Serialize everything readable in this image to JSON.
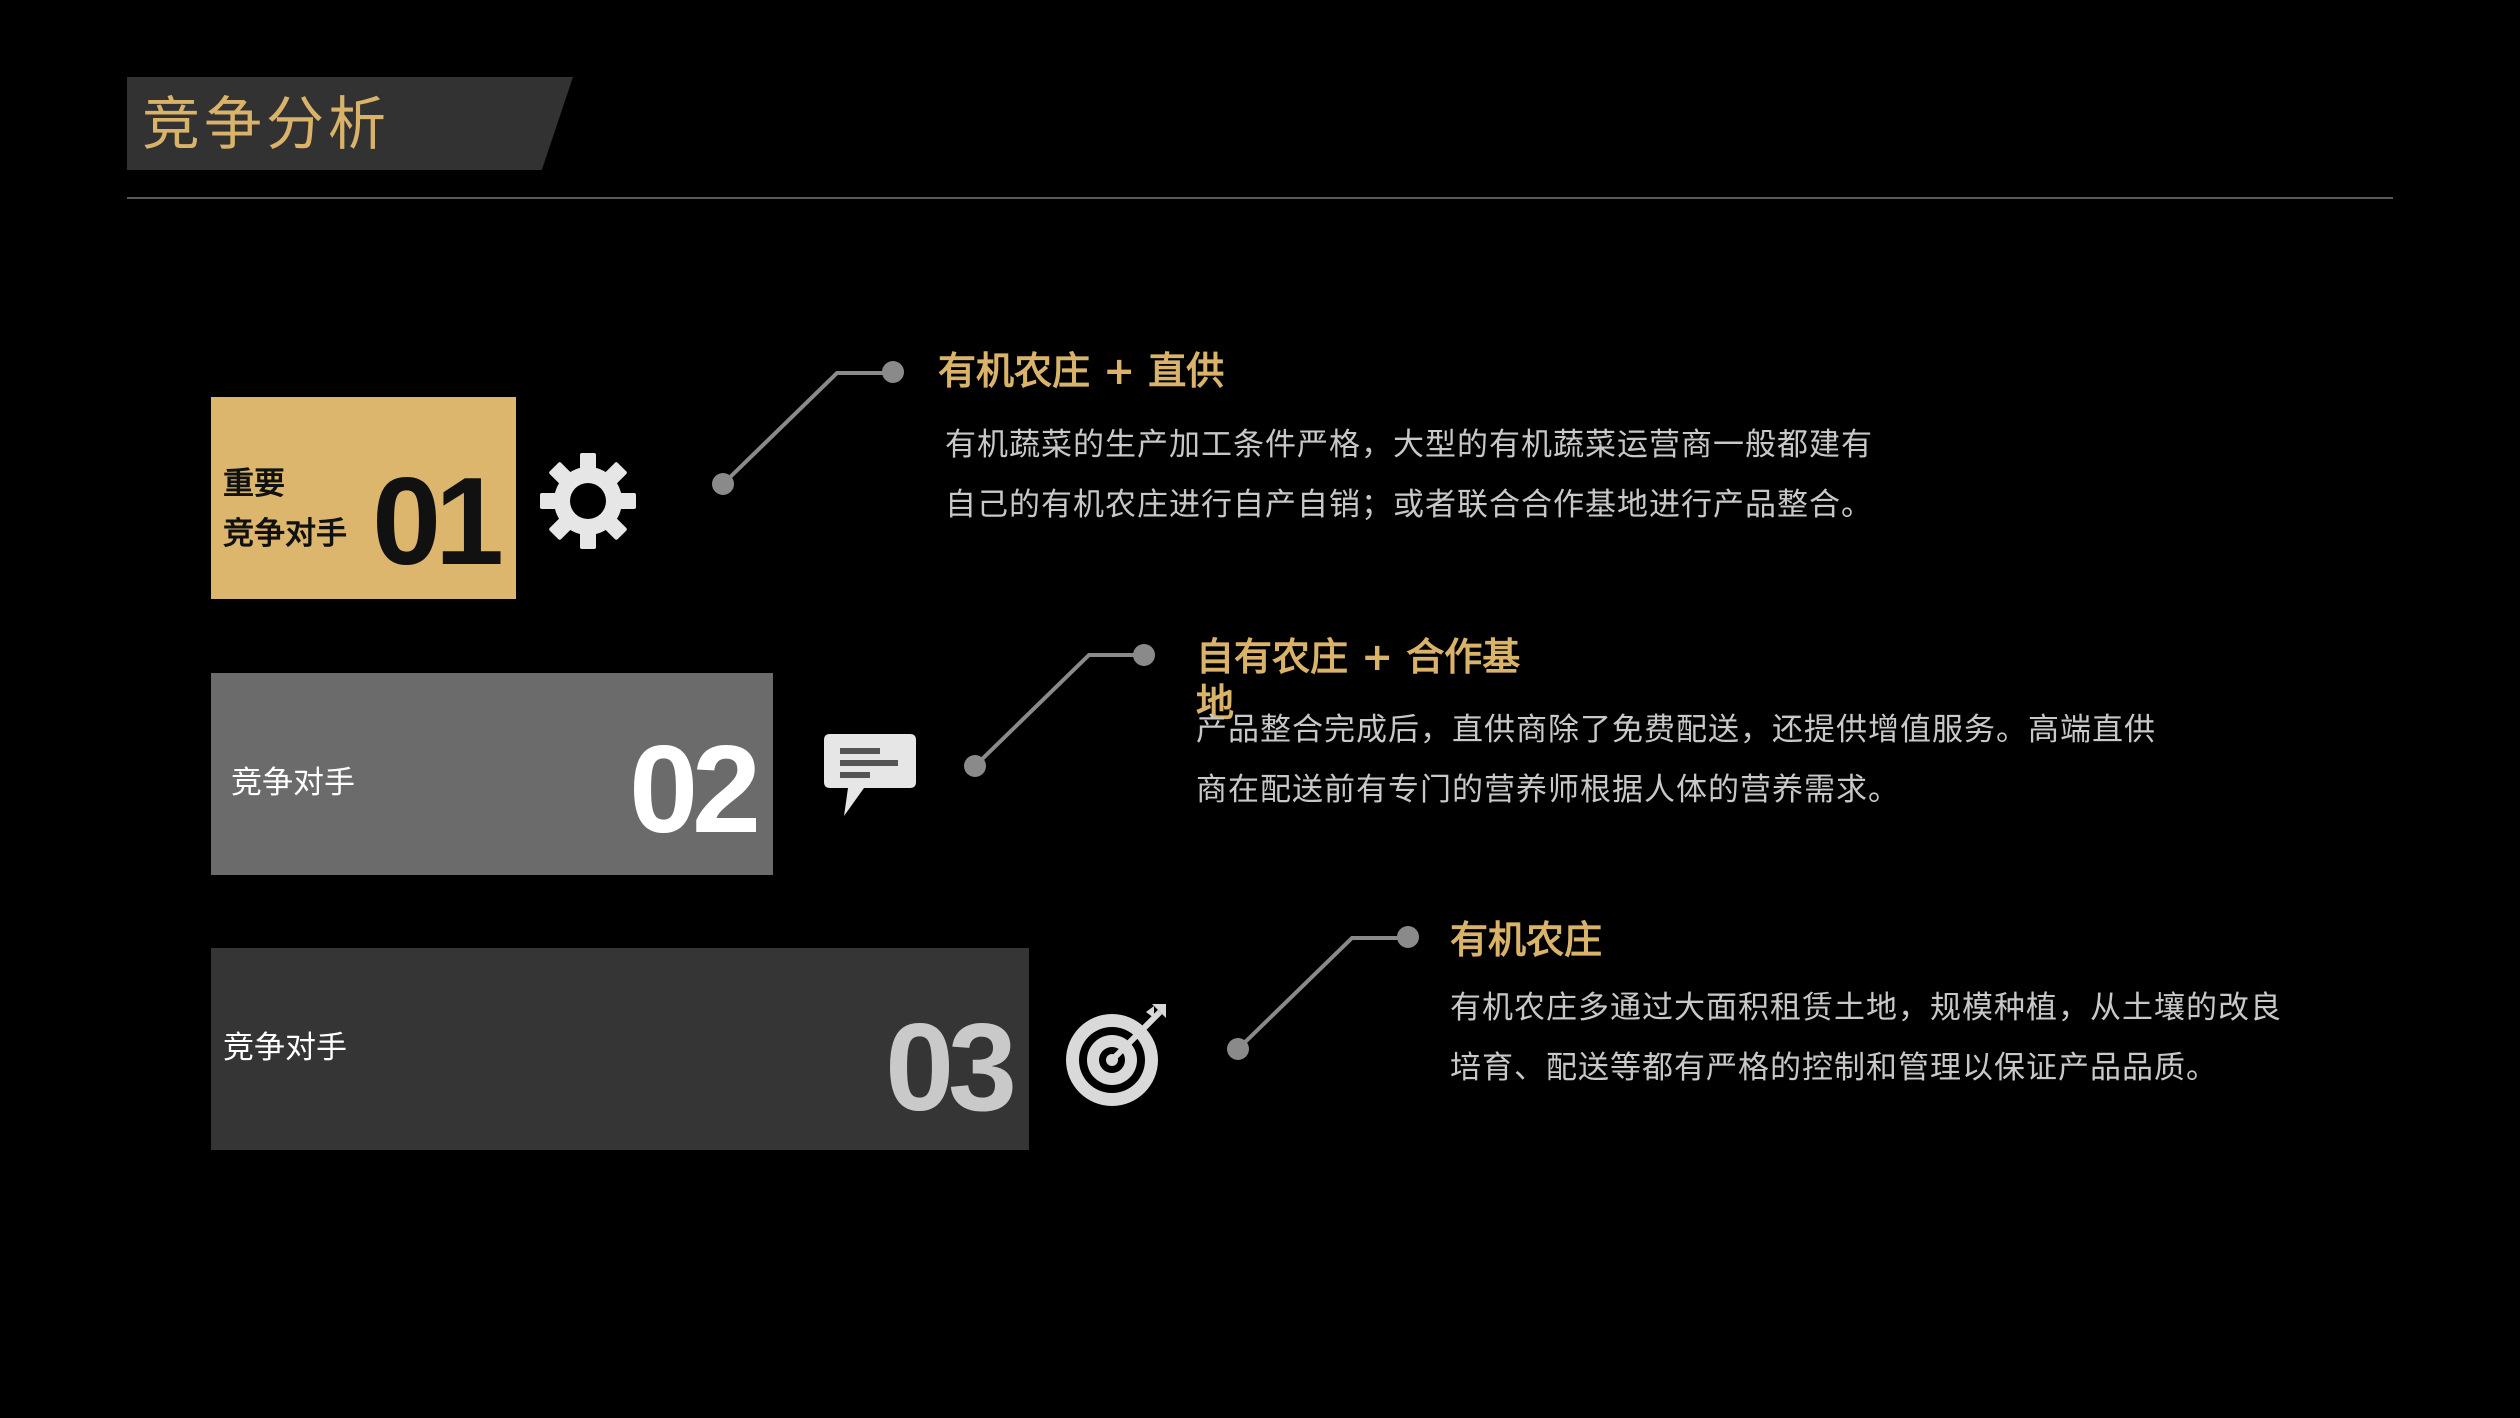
{
  "title": "竞争分析",
  "items": [
    {
      "label_lines": [
        "重要",
        "竞争对手"
      ],
      "number": "01",
      "icon": "gear-icon",
      "heading": "有机农庄 + 直供",
      "body": [
        "有机蔬菜的生产加工条件严格，大型的有机蔬菜运营商一般都建有",
        "自己的有机农庄进行自产自销；或者联合合作基地进行产品整合。"
      ]
    },
    {
      "label_lines": [
        "竞争对手"
      ],
      "number": "02",
      "icon": "chat-bubble-icon",
      "heading": "自有农庄 + 合作基",
      "heading_wrap": "地",
      "body": [
        "产品整合完成后，直供商除了免费配送，还提供增值服务。高端直供",
        "商在配送前有专门的营养师根据人体的营养需求。"
      ]
    },
    {
      "label_lines": [
        "竞争对手"
      ],
      "number": "03",
      "icon": "target-icon",
      "heading": "有机农庄",
      "body": [
        "有机农庄多通过大面积租赁土地，规模种植，从土壤的改良",
        "培育、配送等都有严格的控制和管理以保证产品品质。"
      ]
    }
  ],
  "colors": {
    "gold": "#dbb66c",
    "gold_text": "#d9b36a",
    "gray_mid": "#6b6b6b",
    "gray_dark": "#353535",
    "background": "#000000"
  }
}
